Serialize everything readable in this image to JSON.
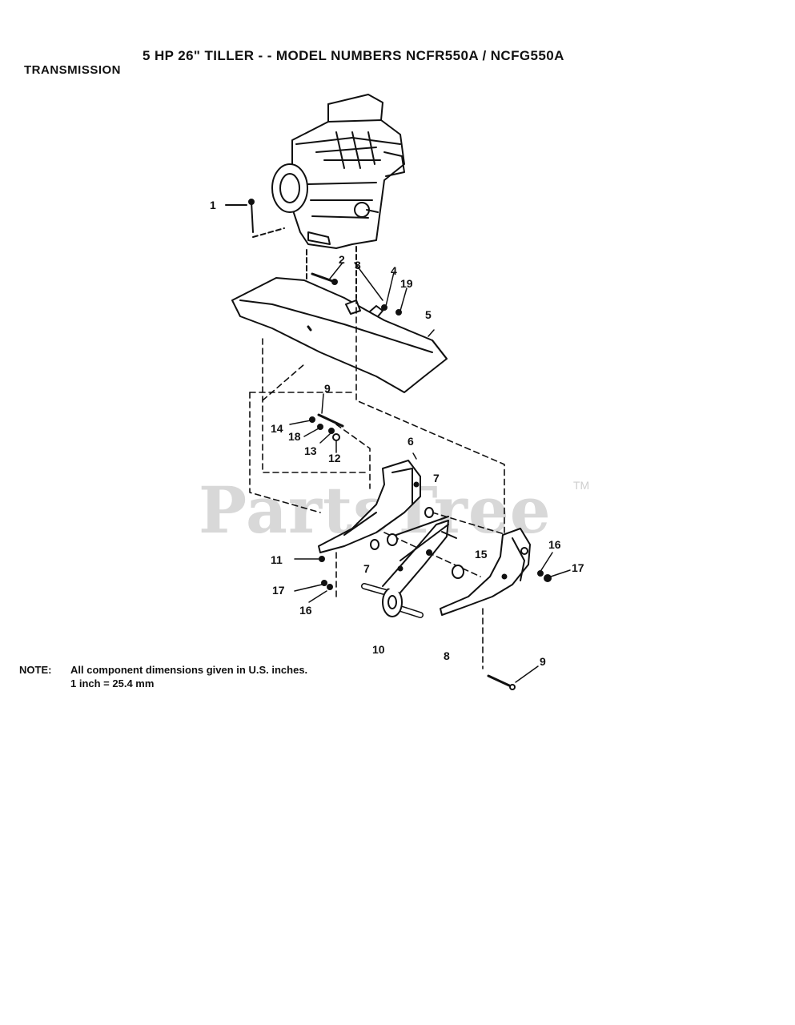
{
  "header": {
    "section": "TRANSMISSION",
    "title": "5 HP  26\" TILLER - - MODEL NUMBERS NCFR550A / NCFG550A"
  },
  "watermark": {
    "text": "PartsTree",
    "tm": "TM"
  },
  "callouts": [
    "1",
    "2",
    "3",
    "4",
    "19",
    "5",
    "9",
    "14",
    "18",
    "13",
    "12",
    "6",
    "7",
    "7",
    "11",
    "15",
    "16",
    "17",
    "17",
    "16",
    "10",
    "8",
    "9"
  ],
  "note": {
    "label": "NOTE:",
    "line1": "All component dimensions given in U.S. inches.",
    "line2": "1 inch = 25.4 mm"
  }
}
